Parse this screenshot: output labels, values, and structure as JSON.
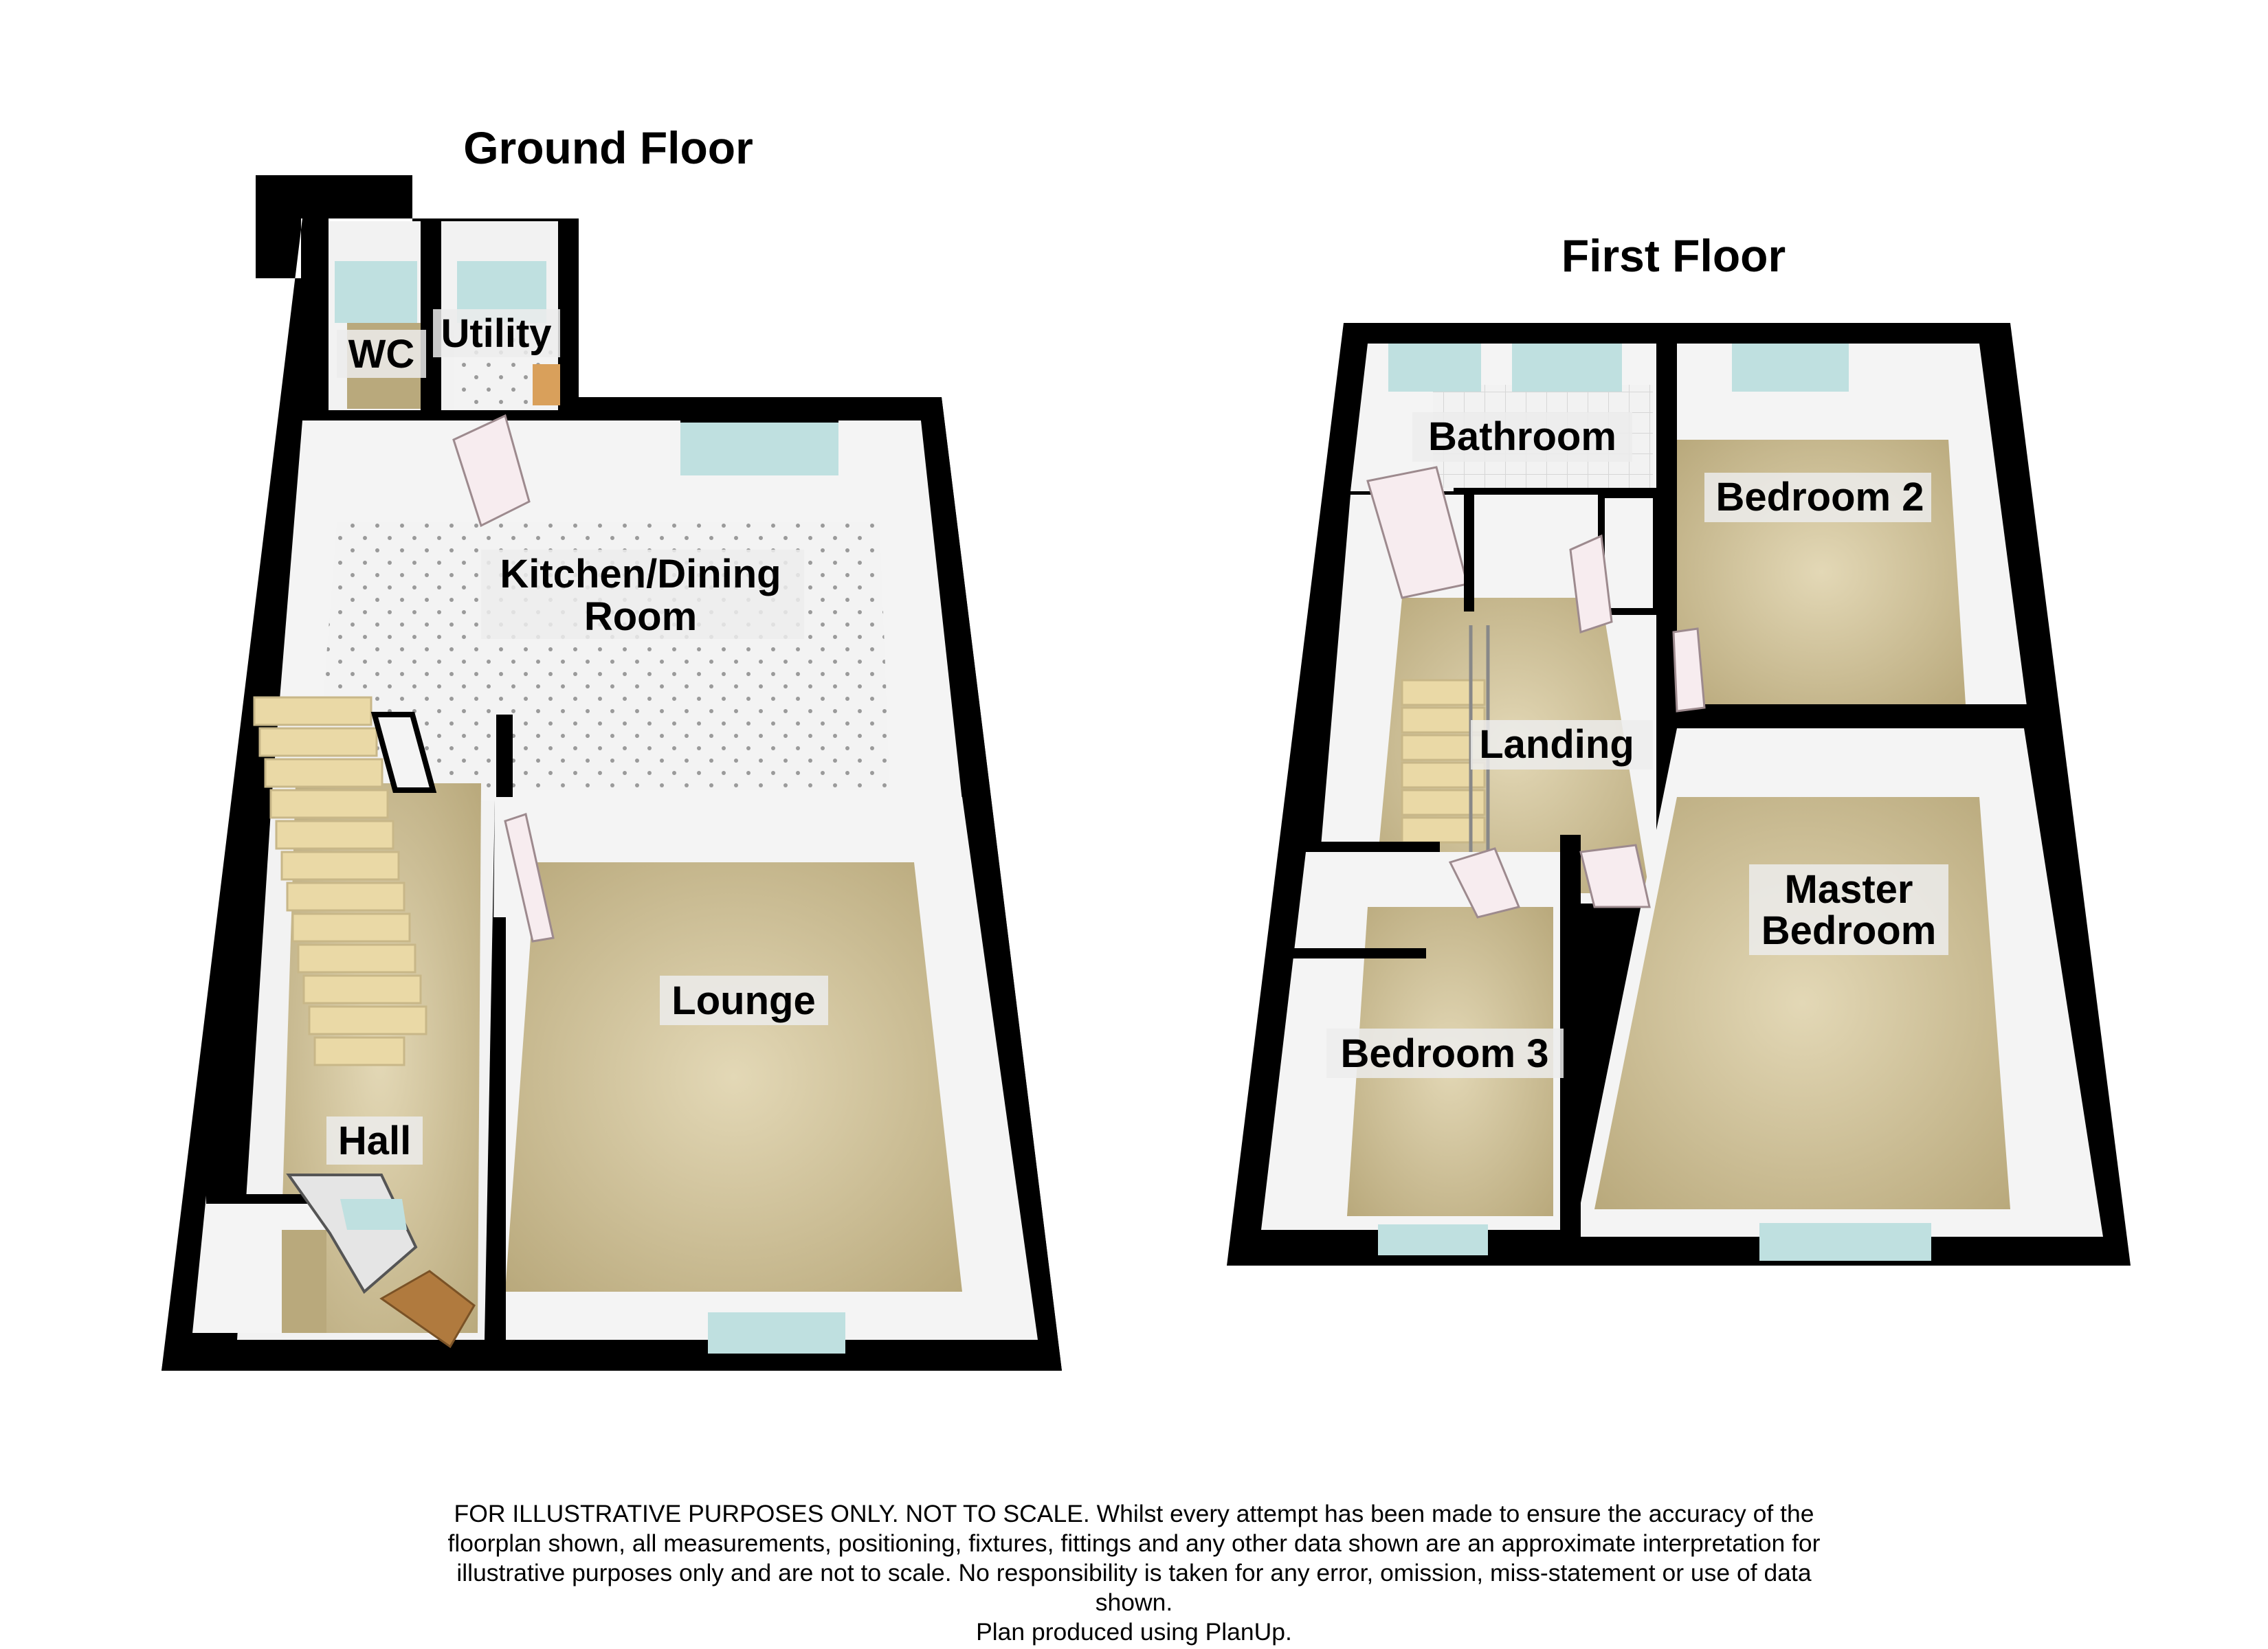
{
  "ground_floor": {
    "title": "Ground Floor",
    "rooms": {
      "wc": "WC",
      "utility": "Utility",
      "kitchen_line1": "Kitchen/Dining",
      "kitchen_line2": "Room",
      "lounge": "Lounge",
      "hall": "Hall"
    }
  },
  "first_floor": {
    "title": "First Floor",
    "rooms": {
      "bathroom": "Bathroom",
      "bedroom2": "Bedroom 2",
      "landing": "Landing",
      "master_line1": "Master",
      "master_line2": "Bedroom",
      "bedroom3": "Bedroom 3"
    }
  },
  "disclaimer": {
    "line1": "FOR ILLUSTRATIVE PURPOSES ONLY. NOT TO SCALE.  Whilst every attempt has been made to ensure the accuracy of the",
    "line2": "floorplan shown, all measurements, positioning, fixtures, fittings and any other data shown are an approximate interpretation for",
    "line3": "illustrative purposes only and are not to scale. No responsibility is taken for any error, omission, miss-statement or use of data",
    "line4": "shown.",
    "line5": "Plan produced using PlanUp."
  },
  "colors": {
    "wall": "#000000",
    "inner_wall": "#f4f4f4",
    "carpet": "#cdbf98",
    "tile": "#f2f2f2",
    "window": "#bfe0e0",
    "stairs": "#ead9a6",
    "door": "#f7ecef"
  }
}
